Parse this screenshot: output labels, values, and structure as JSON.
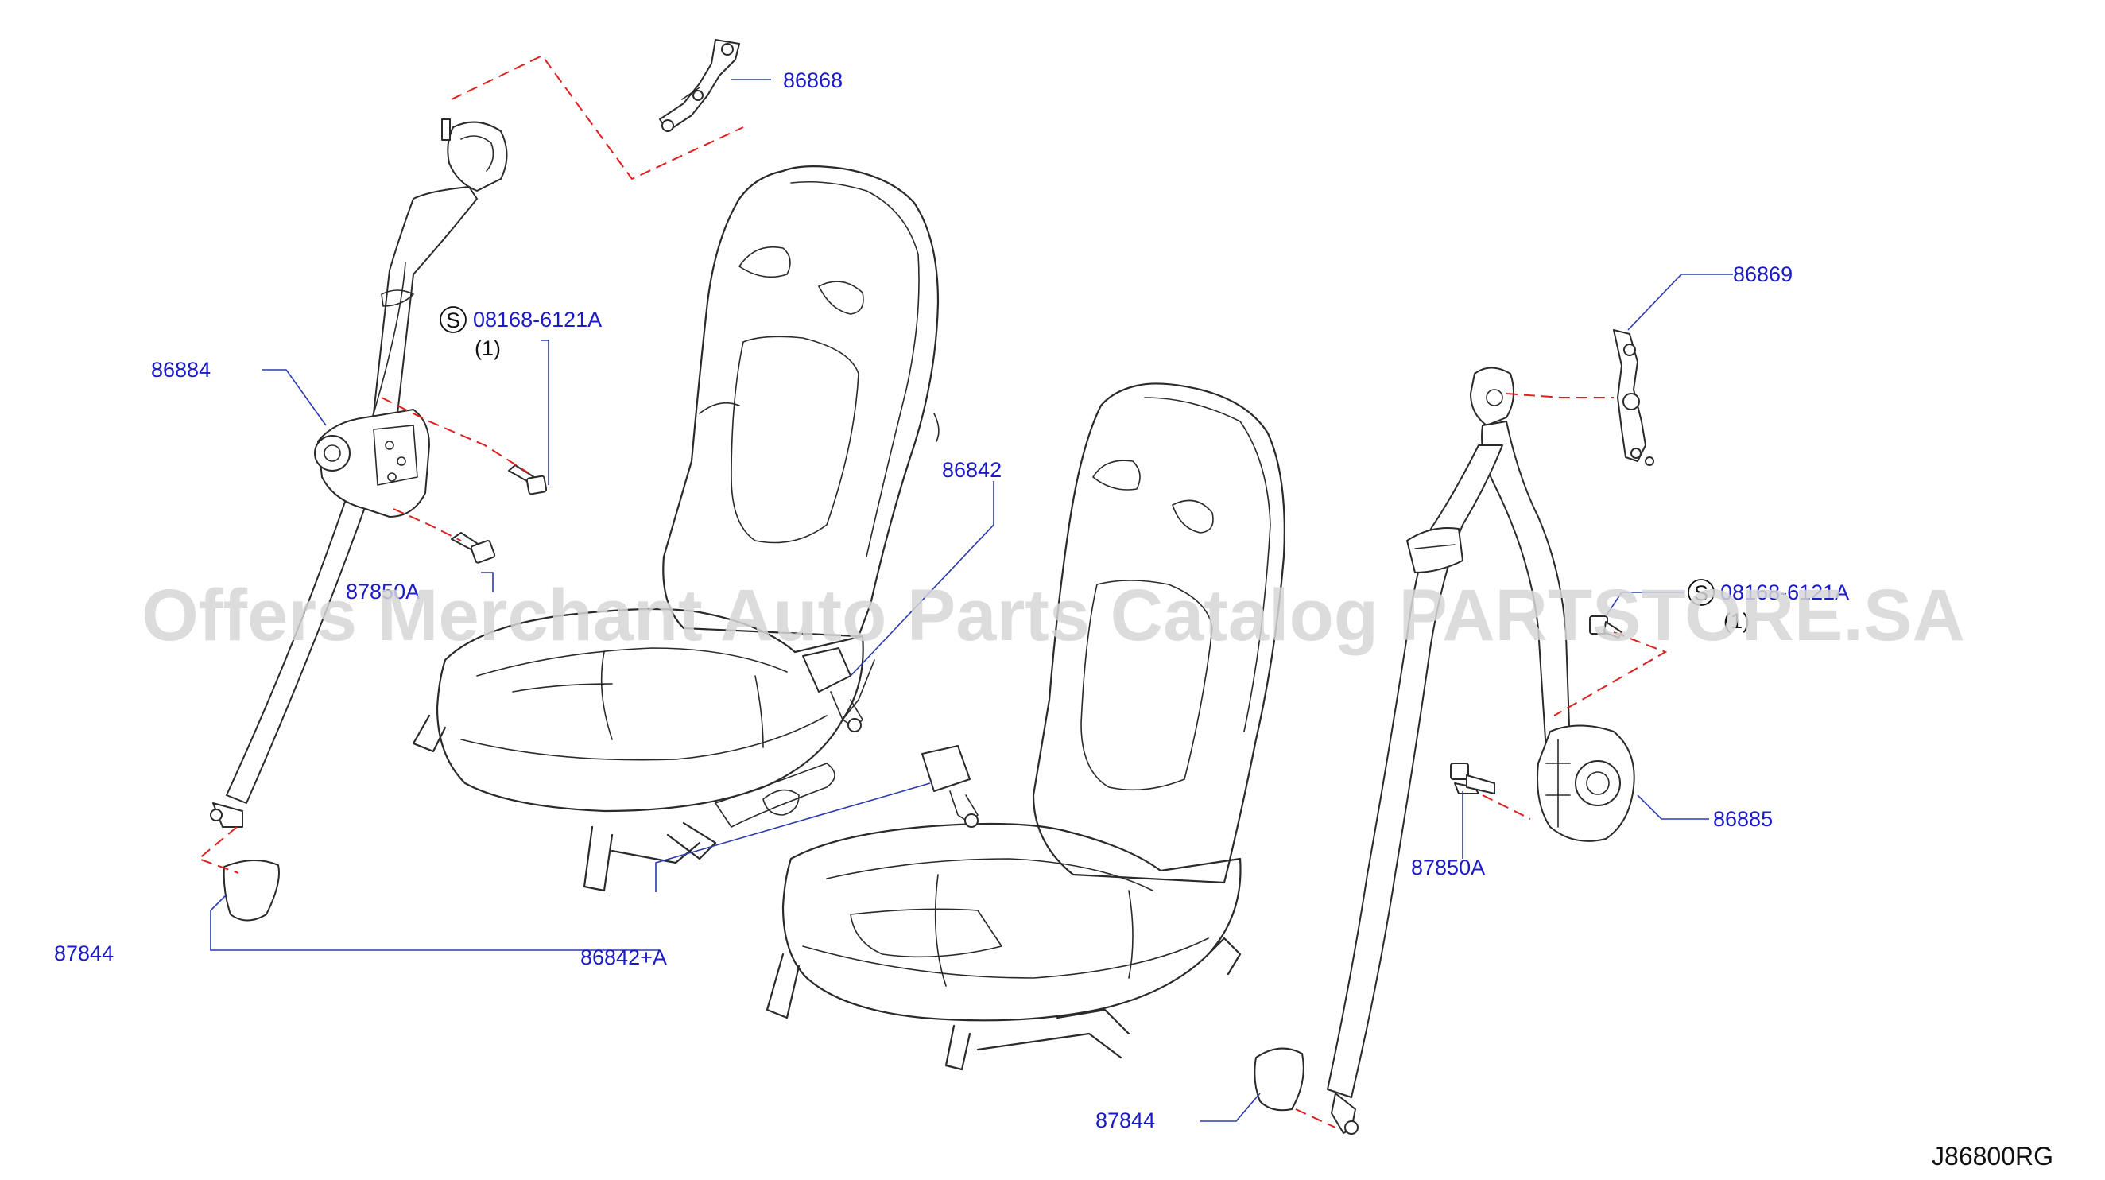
{
  "diagram_code": "J86800RG",
  "watermark": "Offers Merchant Auto Parts Catalog PARTSTORE.SA",
  "colors": {
    "label": "#1a1ac8",
    "leader": "#2a3ab0",
    "dashed_link": "#e02020",
    "outline": "#2a2a2a"
  },
  "labels": {
    "p86868": "86868",
    "p86884": "86884",
    "p08168_left": "08168-6121A",
    "p08168_left_qty": "(1)",
    "p87850_left": "87850A",
    "p86842": "86842",
    "p87844_left": "87844",
    "p86842a": "86842+A",
    "p86869": "86869",
    "p08168_right": "08168-6121A",
    "p08168_right_qty": "(1)",
    "p86885": "86885",
    "p87850_right": "87850A",
    "p87844_right": "87844"
  },
  "symbols": {
    "standard_part": "S"
  }
}
